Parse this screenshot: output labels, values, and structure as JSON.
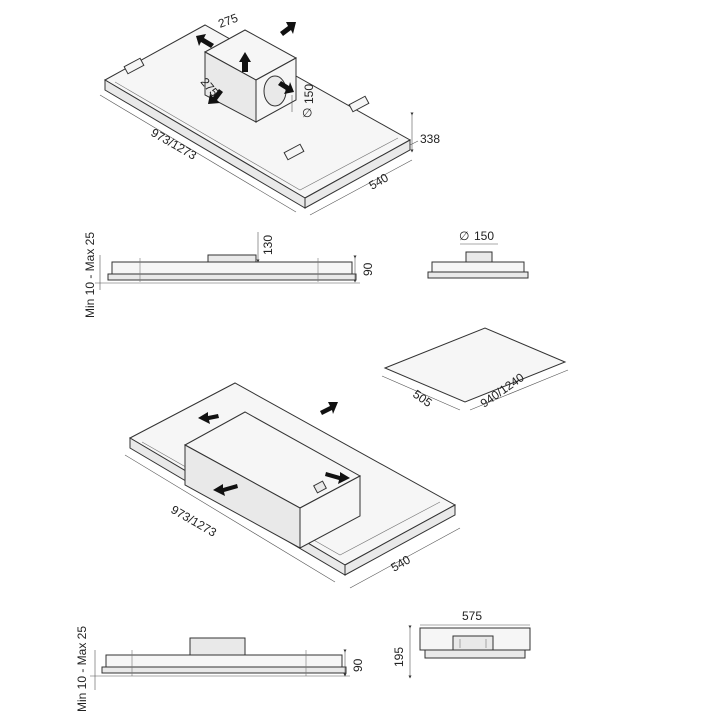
{
  "top_iso_view": {
    "box_width": "275",
    "box_depth": "275",
    "outlet_diameter_symbol": "∅",
    "outlet_diameter": "150",
    "total_height": "338",
    "depth": "540",
    "length": "973/1273"
  },
  "top_side_view": {
    "ceiling_range": "Min 10 - Max 25",
    "box_height": "130",
    "plate_height": "90"
  },
  "top_front_view": {
    "outlet_diameter_symbol": "∅",
    "outlet_diameter": "150"
  },
  "cutout_view": {
    "width": "505",
    "length": "940/1240"
  },
  "bottom_iso_view": {
    "length": "973/1273",
    "depth": "540"
  },
  "bottom_side_view": {
    "ceiling_range": "Min 10 - Max 25",
    "plate_height": "90"
  },
  "bottom_front_view": {
    "width": "575",
    "height": "195"
  }
}
